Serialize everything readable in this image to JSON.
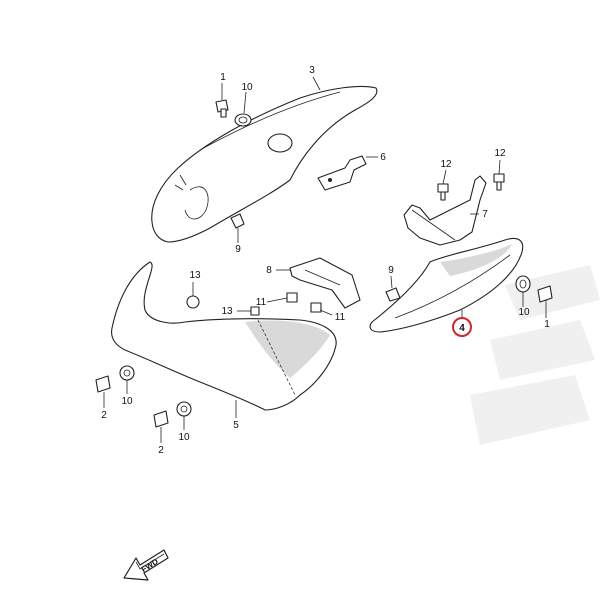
{
  "callouts": {
    "c1_top": "1",
    "c10_top": "10",
    "c3": "3",
    "c6": "6",
    "c9_left": "9",
    "c12_left": "12",
    "c12_right": "12",
    "c7": "7",
    "c8": "8",
    "c13_upper": "13",
    "c13_lower": "13",
    "c11_left": "11",
    "c11_right": "11",
    "c9_right": "9",
    "c10_right": "10",
    "c1_right": "1",
    "c4": "4",
    "c2_upper": "2",
    "c10_upper": "10",
    "c2_lower": "2",
    "c10_lower": "10",
    "c5": "5"
  },
  "fwd_label": "FWD",
  "highlight_color": "#d8232a"
}
